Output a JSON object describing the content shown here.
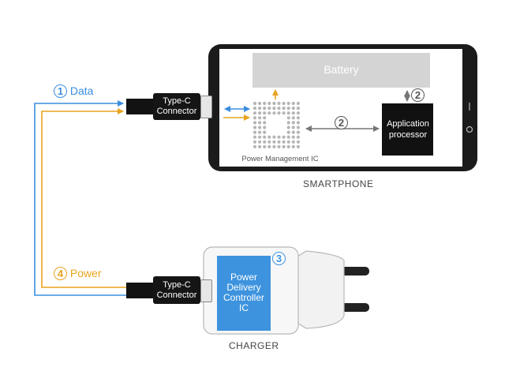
{
  "colors": {
    "data_line": "#3a8dde",
    "power_line": "#e9a31e",
    "battery_fill": "#d4d4d4",
    "pd_ic_fill": "#3d93de",
    "processor_fill": "#111111",
    "phone_body": "#1b1b1b"
  },
  "smartphone": {
    "label": "SMARTPHONE",
    "battery_label": "Battery",
    "pmic_label": "Power Management IC",
    "processor_label": "Application processor",
    "marker_pmic_to_processor": "2",
    "marker_battery_to_processor": "2"
  },
  "phone_connector": {
    "label_line1": "Type-C",
    "label_line2": "Connector"
  },
  "charger": {
    "label": "CHARGER",
    "pd_ic_label": "Power Delivery Controller IC",
    "marker": "3"
  },
  "charger_connector": {
    "label_line1": "Type-C",
    "label_line2": "Connector"
  },
  "data_link": {
    "number": "1",
    "label": "Data"
  },
  "power_link": {
    "number": "4",
    "label": "Power"
  }
}
